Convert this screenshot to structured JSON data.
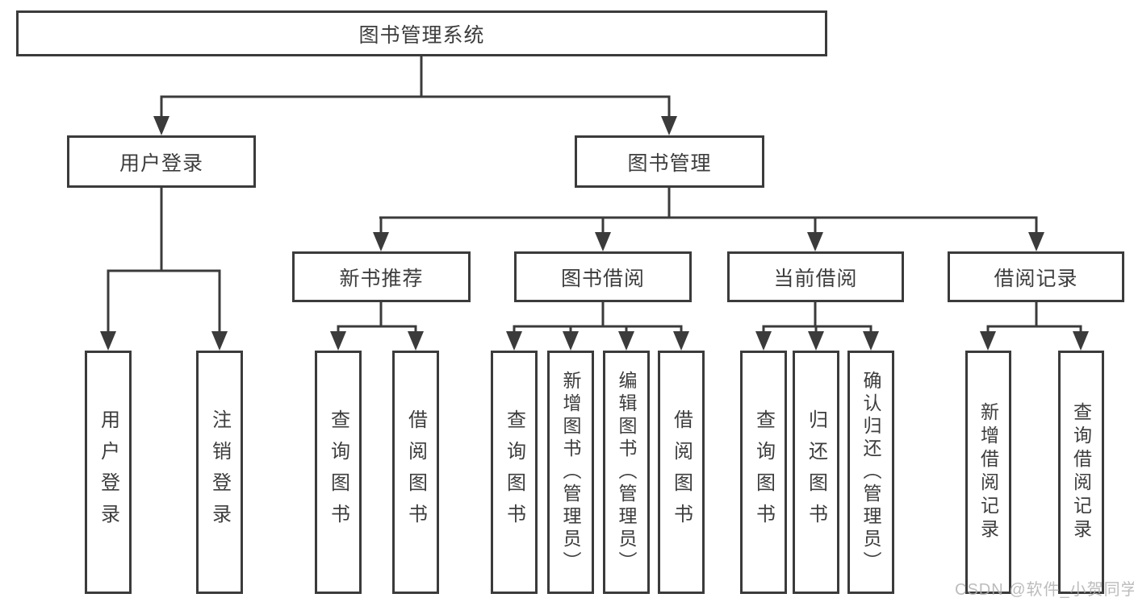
{
  "diagram": {
    "title": "图书管理系统",
    "level1": [
      {
        "label": "用户登录"
      },
      {
        "label": "图书管理"
      }
    ],
    "login_children": [
      "用户登录",
      "注销登录"
    ],
    "mgmt_sections": [
      {
        "label": "新书推荐",
        "children": [
          "查询图书",
          "借阅图书"
        ]
      },
      {
        "label": "图书借阅",
        "children": [
          "查询图书",
          "新增图书（管理员）",
          "编辑图书（管理员）",
          "借阅图书"
        ]
      },
      {
        "label": "当前借阅",
        "children": [
          "查询图书",
          "归还图书",
          "确认归还（管理员）"
        ]
      },
      {
        "label": "借阅记录",
        "children": [
          "新增借阅记录",
          "查询借阅记录"
        ]
      }
    ],
    "watermark": "CSDN @软件_小贺同学",
    "colors": {
      "line": "#3b3b3b",
      "text": "#3d3d3d",
      "background": "#ffffff",
      "watermark": "#b0b0b0"
    }
  }
}
